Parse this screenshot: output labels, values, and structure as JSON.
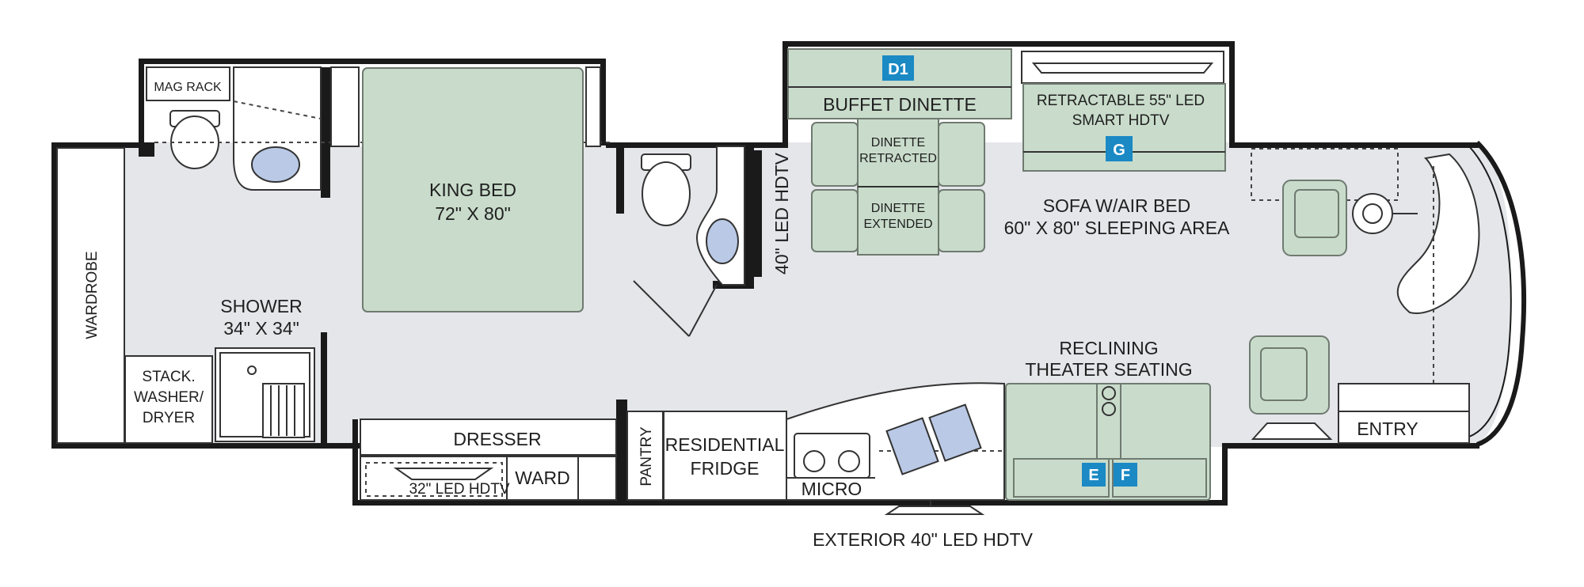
{
  "labels": {
    "mag_rack": "MAG RACK",
    "king_bed_1": "KING BED",
    "king_bed_2": "72\" X 80\"",
    "wardrobe": "WARDROBE",
    "shower_1": "SHOWER",
    "shower_2": "34\" X 34\"",
    "washer_1": "STACK.",
    "washer_2": "WASHER/",
    "washer_3": "DRYER",
    "dresser": "DRESSER",
    "ward": "WARD",
    "led_32": "32\" LED HDTV",
    "pantry": "PANTRY",
    "fridge_1": "RESIDENTIAL",
    "fridge_2": "FRIDGE",
    "micro": "MICRO",
    "exterior_tv": "EXTERIOR 40\" LED HDTV",
    "led_40": "40\" LED HDTV",
    "buffet_dinette": "BUFFET DINETTE",
    "dinette_retracted_1": "DINETTE",
    "dinette_retracted_2": "RETRACTED",
    "dinette_extended_1": "DINETTE",
    "dinette_extended_2": "EXTENDED",
    "tv55_1": "RETRACTABLE 55\" LED",
    "tv55_2": "SMART HDTV",
    "sofa_1": "SOFA W/AIR BED",
    "sofa_2": "60\" X 80\" SLEEPING AREA",
    "reclining_1": "RECLINING",
    "reclining_2": "THEATER SEATING",
    "entry": "ENTRY"
  },
  "badges": {
    "d1": "D1",
    "g": "G",
    "e": "E",
    "f": "F"
  },
  "colors": {
    "badge": "#1a89c4",
    "furniture": "#c9dccb",
    "floor": "#e4e6ea",
    "fixture_blue": "#b9c9e6"
  }
}
